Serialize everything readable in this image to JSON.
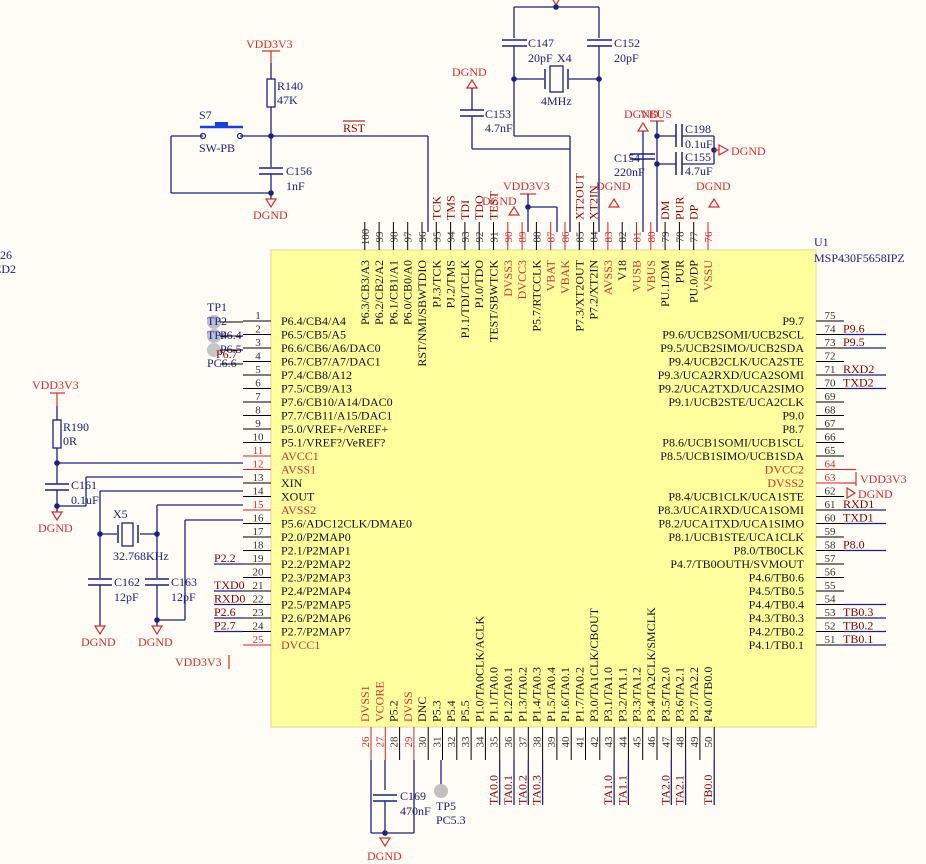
{
  "colors": {
    "wire": "#1a237e",
    "power": "#d32f2f",
    "net": "#8b0000",
    "chip_fill": "#ffff9e",
    "background": "#fffcf6"
  },
  "chip": {
    "ref": "U1",
    "part": "MSP430F5658IPZ"
  },
  "pins_left": [
    {
      "num": "1",
      "name": "P6.4/CB4/A4"
    },
    {
      "num": "2",
      "name": "P6.5/CB5/A5"
    },
    {
      "num": "3",
      "name": "P6.6/CB6/A6/DAC0"
    },
    {
      "num": "4",
      "name": "P6.7/CB7/A7/DAC1"
    },
    {
      "num": "5",
      "name": "P7.4/CB8/A12"
    },
    {
      "num": "6",
      "name": "P7.5/CB9/A13"
    },
    {
      "num": "7",
      "name": "P7.6/CB10/A14/DAC0"
    },
    {
      "num": "8",
      "name": "P7.7/CB11/A15/DAC1"
    },
    {
      "num": "9",
      "name": "P5.0/VREF+/VeREF+"
    },
    {
      "num": "10",
      "name": "P5.1/VREF?/VeREF?"
    },
    {
      "num": "11",
      "name": "AVCC1",
      "power": true
    },
    {
      "num": "12",
      "name": "AVSS1",
      "power": true
    },
    {
      "num": "13",
      "name": "XIN"
    },
    {
      "num": "14",
      "name": "XOUT"
    },
    {
      "num": "15",
      "name": "AVSS2",
      "power": true
    },
    {
      "num": "16",
      "name": "P5.6/ADC12CLK/DMAE0"
    },
    {
      "num": "17",
      "name": "P2.0/P2MAP0"
    },
    {
      "num": "18",
      "name": "P2.1/P2MAP1"
    },
    {
      "num": "19",
      "name": "P2.2/P2MAP2",
      "net": "P2.2"
    },
    {
      "num": "20",
      "name": "P2.3/P2MAP3"
    },
    {
      "num": "21",
      "name": "P2.4/P2MAP4",
      "net": "TXD0"
    },
    {
      "num": "22",
      "name": "P2.5/P2MAP5",
      "net": "RXD0"
    },
    {
      "num": "23",
      "name": "P2.6/P2MAP6",
      "net": "P2.6"
    },
    {
      "num": "24",
      "name": "P2.7/P2MAP7",
      "net": "P2.7"
    },
    {
      "num": "25",
      "name": "DVCC1",
      "power": true,
      "net": "VDD3V3"
    }
  ],
  "pins_bottom": [
    {
      "num": "26",
      "name": "DVSS1",
      "power": true
    },
    {
      "num": "27",
      "name": "VCORE",
      "power": true
    },
    {
      "num": "28",
      "name": "P5.2"
    },
    {
      "num": "29",
      "name": "DVSS",
      "power": true
    },
    {
      "num": "30",
      "name": "DNC"
    },
    {
      "num": "31",
      "name": "P5.3"
    },
    {
      "num": "32",
      "name": "P5.4"
    },
    {
      "num": "33",
      "name": "P5.5"
    },
    {
      "num": "34",
      "name": "P1.0/TA0CLK/ACLK"
    },
    {
      "num": "35",
      "name": "P1.1/TA0.0",
      "net": "TA0.0"
    },
    {
      "num": "36",
      "name": "P1.2/TA0.1",
      "net": "TA0.1"
    },
    {
      "num": "37",
      "name": "P1.3/TA0.2",
      "net": "TA0.2"
    },
    {
      "num": "38",
      "name": "P1.4/TA0.3",
      "net": "TA0.3"
    },
    {
      "num": "39",
      "name": "P1.5/TA0.4"
    },
    {
      "num": "40",
      "name": "P1.6/TA0.1"
    },
    {
      "num": "41",
      "name": "P1.7/TA0.2"
    },
    {
      "num": "42",
      "name": "P3.0/TA1CLK/CBOUT"
    },
    {
      "num": "43",
      "name": "P3.1/TA1.0",
      "net": "TA1.0"
    },
    {
      "num": "44",
      "name": "P3.2/TA1.1",
      "net": "TA1.1"
    },
    {
      "num": "45",
      "name": "P3.3/TA1.2"
    },
    {
      "num": "46",
      "name": "P3.4/TA2CLK/SMCLK"
    },
    {
      "num": "47",
      "name": "P3.5/TA2.0",
      "net": "TA2.0"
    },
    {
      "num": "48",
      "name": "P3.6/TA2.1",
      "net": "TA2.1"
    },
    {
      "num": "49",
      "name": "P3.7/TA2.2"
    },
    {
      "num": "50",
      "name": "P4.0/TB0.0",
      "net": "TB0.0"
    }
  ],
  "pins_right": [
    {
      "num": "51",
      "name": "P4.1/TB0.1",
      "net": "TB0.1"
    },
    {
      "num": "52",
      "name": "P4.2/TB0.2",
      "net": "TB0.2"
    },
    {
      "num": "53",
      "name": "P4.3/TB0.3",
      "net": "TB0.3"
    },
    {
      "num": "54",
      "name": "P4.4/TB0.4",
      "net": ""
    },
    {
      "num": "55",
      "name": "P4.5/TB0.5"
    },
    {
      "num": "56",
      "name": "P4.6/TB0.6"
    },
    {
      "num": "57",
      "name": "P4.7/TB0OUTH/SVMOUT"
    },
    {
      "num": "58",
      "name": "P8.0/TB0CLK",
      "net": "P8.0"
    },
    {
      "num": "59",
      "name": "P8.1/UCB1STE/UCA1CLK"
    },
    {
      "num": "60",
      "name": "P8.2/UCA1TXD/UCA1SIMO",
      "net": "TXD1"
    },
    {
      "num": "61",
      "name": "P8.3/UCA1RXD/UCA1SOMI",
      "net": "RXD1"
    },
    {
      "num": "62",
      "name": "P8.4/UCB1CLK/UCA1STE"
    },
    {
      "num": "63",
      "name": "DVSS2",
      "power": true,
      "net": "DGND"
    },
    {
      "num": "64",
      "name": "DVCC2",
      "power": true,
      "net": "VDD3V3"
    },
    {
      "num": "65",
      "name": "P8.5/UCB1SIMO/UCB1SDA"
    },
    {
      "num": "66",
      "name": "P8.6/UCB1SOMI/UCB1SCL"
    },
    {
      "num": "67",
      "name": "P8.7"
    },
    {
      "num": "68",
      "name": "P9.0"
    },
    {
      "num": "69",
      "name": "P9.1/UCB2STE/UCA2CLK"
    },
    {
      "num": "70",
      "name": "P9.2/UCA2TXD/UCA2SIMO",
      "net": "TXD2"
    },
    {
      "num": "71",
      "name": "P9.3/UCA2RXD/UCA2SOMI",
      "net": "RXD2"
    },
    {
      "num": "72",
      "name": "P9.4/UCB2CLK/UCA2STE"
    },
    {
      "num": "73",
      "name": "P9.5/UCB2SIMO/UCB2SDA",
      "net": "P9.5"
    },
    {
      "num": "74",
      "name": "P9.6/UCB2SOMI/UCB2SCL",
      "net": "P9.6"
    },
    {
      "num": "75",
      "name": "P9.7"
    }
  ],
  "pins_top": [
    {
      "num": "76",
      "name": "VSSU",
      "power": true
    },
    {
      "num": "77",
      "name": "PU.0/DP",
      "net": "DP"
    },
    {
      "num": "78",
      "name": "PUR",
      "net": "PUR"
    },
    {
      "num": "79",
      "name": "PU.1/DM",
      "net": "DM"
    },
    {
      "num": "80",
      "name": "VBUS",
      "power": true
    },
    {
      "num": "81",
      "name": "VUSB",
      "power": true
    },
    {
      "num": "82",
      "name": "V18"
    },
    {
      "num": "83",
      "name": "AVSS3",
      "power": true
    },
    {
      "num": "84",
      "name": "P7.2/XT2IN",
      "net": "XT2IN"
    },
    {
      "num": "85",
      "name": "P7.3/XT2OUT",
      "net": "XT2OUT"
    },
    {
      "num": "86",
      "name": "VBAK",
      "power": true
    },
    {
      "num": "87",
      "name": "VBAT",
      "power": true
    },
    {
      "num": "88",
      "name": "P5.7/RTCCLK"
    },
    {
      "num": "89",
      "name": "DVCC3",
      "power": true
    },
    {
      "num": "90",
      "name": "DVSS3",
      "power": true
    },
    {
      "num": "91",
      "name": "TEST/SBWTCK",
      "net": "TEST"
    },
    {
      "num": "92",
      "name": "PJ.0/TDO",
      "net": "TDO"
    },
    {
      "num": "93",
      "name": "PJ.1/TDI/TCLK",
      "net": "TDI"
    },
    {
      "num": "94",
      "name": "PJ.2/TMS",
      "net": "TMS"
    },
    {
      "num": "95",
      "name": "PJ.3/TCK",
      "net": "TCK"
    },
    {
      "num": "96",
      "name": "RST/NMI/SBWTDIO"
    },
    {
      "num": "97",
      "name": "P6.0/CB0/A0"
    },
    {
      "num": "98",
      "name": "P6.1/CB1/A1"
    },
    {
      "num": "99",
      "name": "P6.2/CB2/A2"
    },
    {
      "num": "100",
      "name": "P6.3/CB3/A3"
    }
  ],
  "components": {
    "s7": {
      "ref": "S7",
      "value": "SW-PB"
    },
    "r140": {
      "ref": "R140",
      "value": "47K"
    },
    "c156": {
      "ref": "C156",
      "value": "1nF"
    },
    "c147": {
      "ref": "C147",
      "value": "20pF"
    },
    "c152": {
      "ref": "C152",
      "value": "20pF"
    },
    "x4": {
      "ref": "X4",
      "value": "4MHz"
    },
    "c153": {
      "ref": "C153",
      "value": "4.7nF"
    },
    "c154": {
      "ref": "C154",
      "value": "220nF"
    },
    "c198": {
      "ref": "C198",
      "value": "0.1uF"
    },
    "c155": {
      "ref": "C155",
      "value": "4.7uF"
    },
    "r190": {
      "ref": "R190",
      "value": "0R"
    },
    "c161": {
      "ref": "C161",
      "value": "0.1uF"
    },
    "x5": {
      "ref": "X5",
      "value": "32.768KHz"
    },
    "c162": {
      "ref": "C162",
      "value": "12pF"
    },
    "c163": {
      "ref": "C163",
      "value": "12pF"
    },
    "c169": {
      "ref": "C169",
      "value": "470nF"
    },
    "tp1": {
      "ref": "TP1"
    },
    "tp2": {
      "ref": "TP2"
    },
    "tp4": {
      "ref": "TP4"
    },
    "tp5": {
      "ref": "TP5",
      "net": "PC5.3"
    }
  },
  "labels": {
    "vdd3v3": "VDD3V3",
    "dgnd": "DGND",
    "vbus": "VBUS",
    "rst": "RST",
    "p64": "P6.4",
    "p65": "P6.5",
    "p67": "P6.7",
    "pc66": "PC6.6",
    "partial_ref": "26",
    "partial_led": "ED2"
  }
}
